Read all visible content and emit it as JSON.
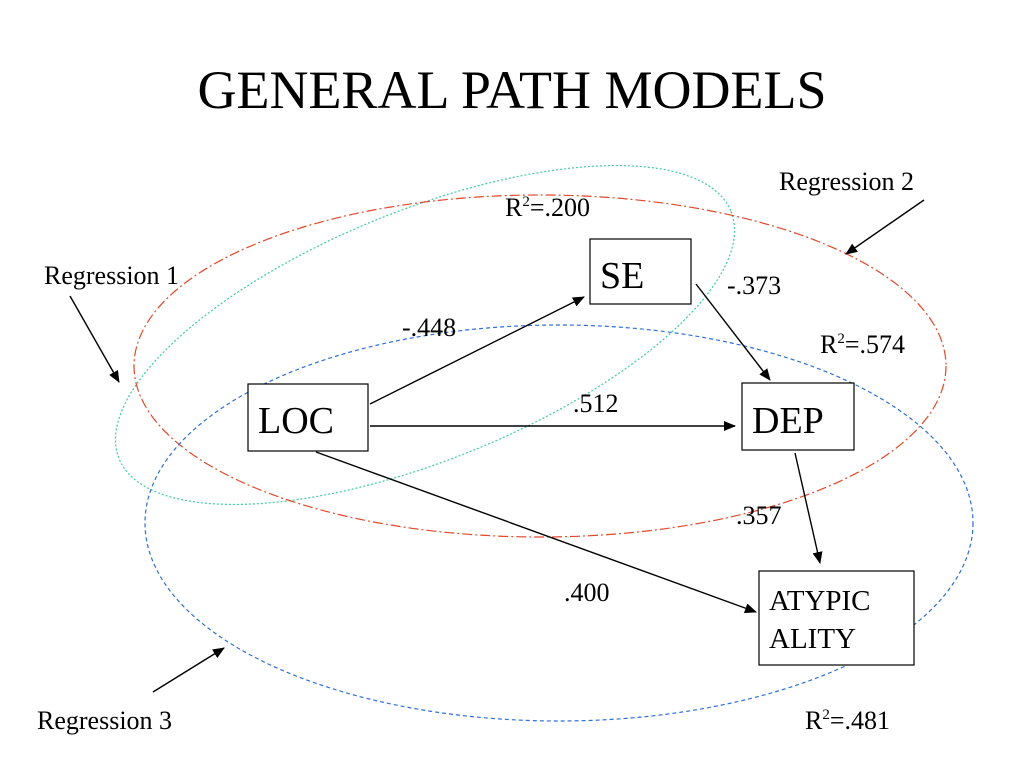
{
  "title": "GENERAL PATH MODELS",
  "colors": {
    "regression1": "#3ec9a7",
    "regression2": "#e0492a",
    "regression3": "#2f6fd6",
    "ink": "#000000"
  },
  "nodes": {
    "se": "SE",
    "loc": "LOC",
    "dep": "DEP",
    "atypicality": [
      "ATYPIC",
      "ALITY"
    ]
  },
  "regressions": {
    "r1": "Regression 1",
    "r2": "Regression 2",
    "r3": "Regression 3"
  },
  "r_squared": {
    "prefix": "R",
    "exp": "2",
    "se": "=.200",
    "dep": "=.574",
    "atypicality": "=.481"
  },
  "coefficients": {
    "loc_se": "-.448",
    "se_dep": "-.373",
    "loc_dep": ".512",
    "dep_atypicality": ".357",
    "loc_atypicality": ".400"
  }
}
